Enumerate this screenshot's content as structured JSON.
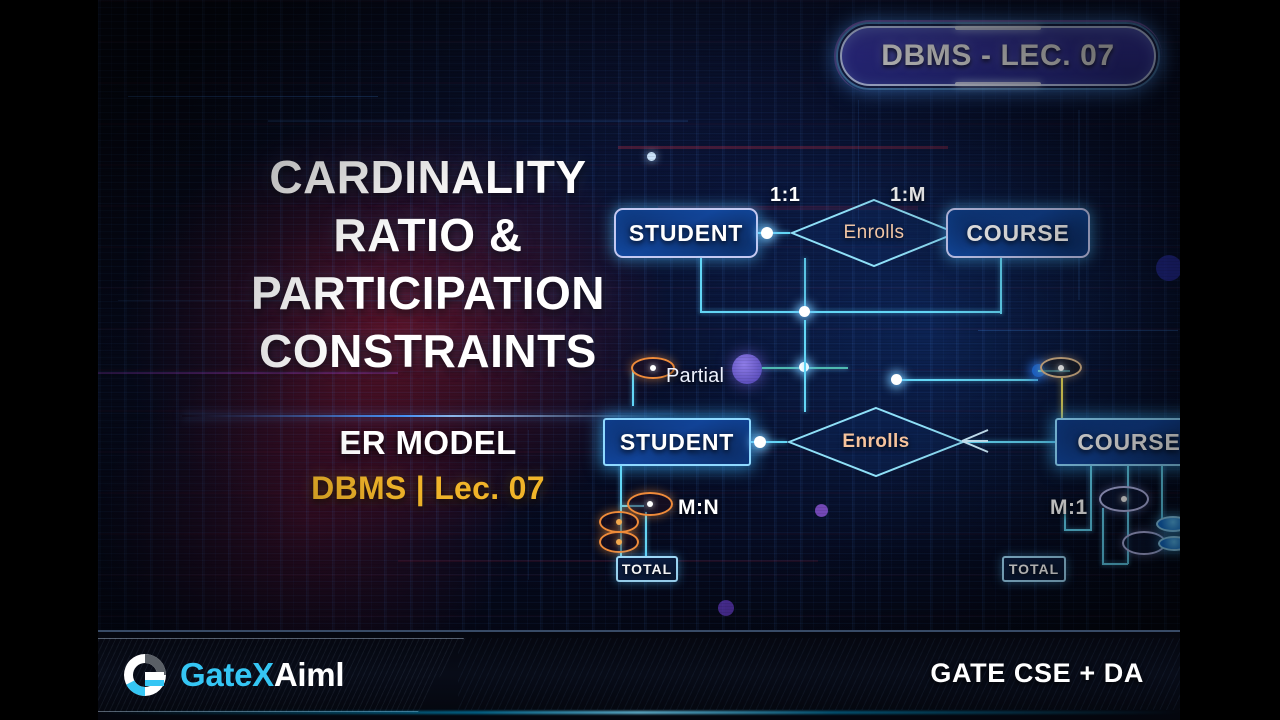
{
  "badge": {
    "label": "DBMS - LEC. 07"
  },
  "title": {
    "lines": [
      "CARDINALITY",
      "RATIO &",
      "PARTICIPATION",
      "CONSTRAINTS"
    ],
    "subtitle": "ER MODEL",
    "lecture": "DBMS | Lec. 07"
  },
  "diagram_top": {
    "left_entity": "STUDENT",
    "relationship": "Enrolls",
    "right_entity": "COURSE",
    "left_cardinality": "1:1",
    "right_cardinality": "1:M"
  },
  "diagram_bottom": {
    "left_entity": "STUDENT",
    "relationship": "Enrolls",
    "right_entity": "COURSE",
    "partial_label": "Partial",
    "left_cardinality": "M:N",
    "right_cardinality": "M:1",
    "left_total_label": "TOTAL",
    "right_total_label": "TOTAL"
  },
  "footer": {
    "brand_part1": "Gate",
    "brand_part2": "X",
    "brand_part3": "Aiml",
    "tagline": "GATE CSE + DA"
  },
  "colors": {
    "accent_cyan": "#35c6f4",
    "accent_gold": "#f0b429",
    "relationship_text": "#f1c5a4",
    "entity_border": "#c4c9f2",
    "connector": "#63d6f5",
    "partial_ellipse": "#ef8b3a",
    "total_ellipse": "#b9bdf0",
    "badge_fill": "#3634a6",
    "background": "#05091c"
  }
}
